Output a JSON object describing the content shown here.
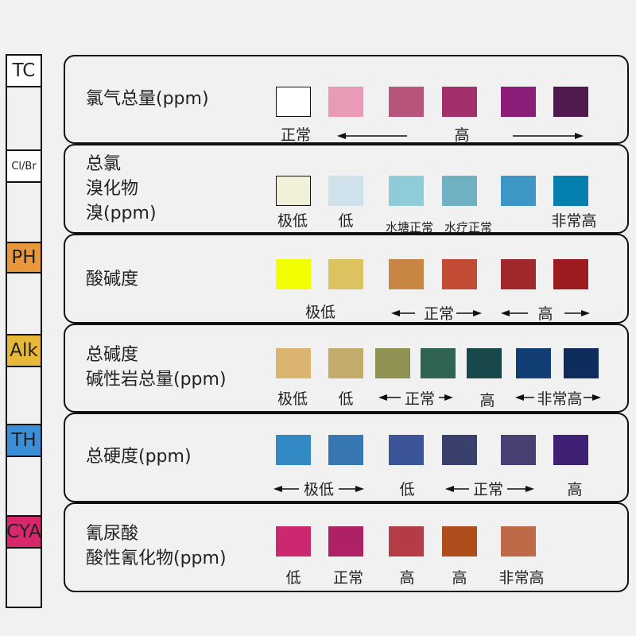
{
  "strip_pads": [
    {
      "label": "TC",
      "color": "#ffffff"
    },
    {
      "label": "Cl/Br",
      "color": "#ffffff"
    },
    {
      "label": "PH",
      "color": "#e8983a"
    },
    {
      "label": "Alk",
      "color": "#e8b83a"
    },
    {
      "label": "TH",
      "color": "#3a8fd6"
    },
    {
      "label": "CYA",
      "color": "#d6286a"
    }
  ],
  "panels": [
    {
      "title": "氯气总量(ppm)",
      "swatches": [
        "#ffffff",
        "#e89ab7",
        "#b8557d",
        "#a3306a",
        "#8a1e78",
        "#501a50"
      ],
      "labels": [
        "正常",
        "高"
      ]
    },
    {
      "title": "总氯\n溴化物\n溴(ppm)",
      "swatches": [
        "#f2f0d9",
        "#cfe1ea",
        "#8fcbd8",
        "#6fb0c2",
        "#3e96c6",
        "#047fae"
      ],
      "labels": [
        "极低",
        "低",
        "水塘正常",
        "水疗正常",
        "非常高"
      ]
    },
    {
      "title": "酸碱度",
      "swatches": [
        "#f1ff00",
        "#dcc35f",
        "#c88644",
        "#c24c36",
        "#a0292b",
        "#9c1b1f"
      ],
      "labels": [
        "极低",
        "正常",
        "高"
      ]
    },
    {
      "title": "总碱度\n碱性岩总量(ppm)",
      "swatches": [
        "#dbb56f",
        "#c3ab6b",
        "#8f9252",
        "#2f6455",
        "#18484a",
        "#123e76",
        "#0e2d5d"
      ],
      "labels": [
        "极低",
        "低",
        "正常",
        "高",
        "非常高"
      ]
    },
    {
      "title": "总硬度(ppm)",
      "swatches": [
        "#3289c3",
        "#3576b3",
        "#3c5598",
        "#3a406c",
        "#483f72",
        "#3e2175"
      ],
      "labels": [
        "极低",
        "低",
        "正常",
        "高"
      ]
    },
    {
      "title": "氰尿酸\n酸性氰化物(ppm)",
      "swatches": [
        "#cc2870",
        "#ae2164",
        "#b43c46",
        "#ae4c1c",
        "#be6a48"
      ],
      "labels": [
        "低",
        "正常",
        "高",
        "高",
        "非常高"
      ]
    }
  ]
}
